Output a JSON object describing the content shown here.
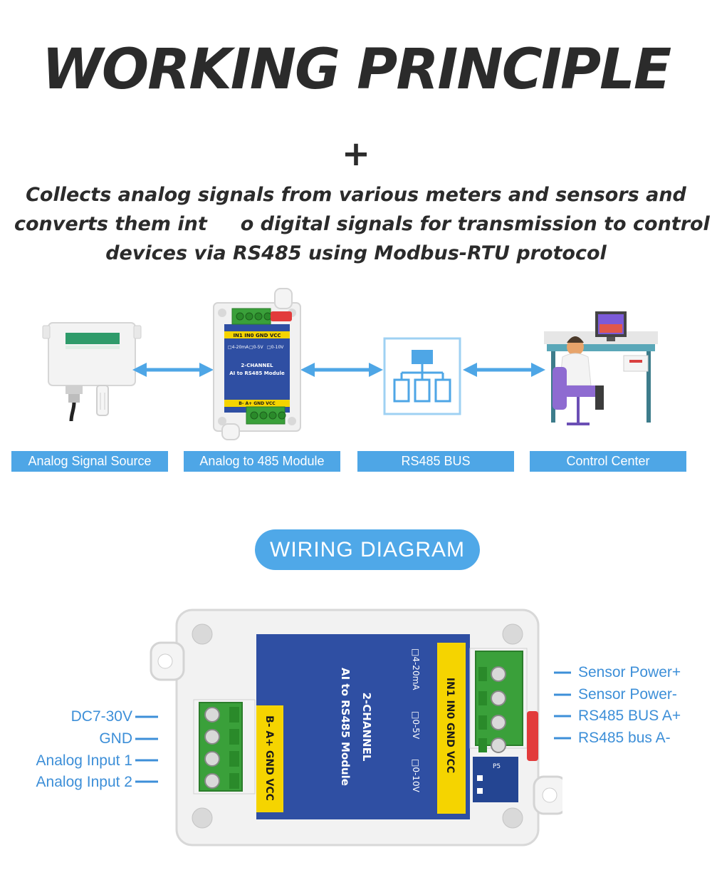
{
  "title": "WORKING PRINCIPLE",
  "plus": "+",
  "description": {
    "line1": "Collects analog signals from various meters and sensors and",
    "line2": "converts them int     o digital signals for transmission to control",
    "line3": "devices via RS485 using Modbus-RTU protocol"
  },
  "flow": {
    "stages": [
      {
        "label": "Analog Signal Source"
      },
      {
        "label": "Analog to 485 Module"
      },
      {
        "label": "RS485 BUS"
      },
      {
        "label": "Control Center"
      }
    ]
  },
  "module_small": {
    "top_terminals": "IN1  IN0  GND  VCC",
    "input_modes": [
      "□4-20mA",
      "□0-5V",
      "□0-10V"
    ],
    "name_line1": "2-CHANNEL",
    "name_line2": "AI to RS485 Module",
    "bottom_terminals": "B-  A+  GND  VCC"
  },
  "wiring": {
    "pill_label": "WIRING DIAGRAM",
    "module": {
      "right_strip": "IN1  IN0  GND  VCC",
      "input_modes": [
        "□4-20mA",
        "□0-5V",
        "□0-10V"
      ],
      "name_line1": "2-CHANNEL",
      "name_line2": "AI to RS485 Module",
      "left_strip": "B-  A+ GND VCC",
      "board_mark": "P5"
    },
    "left_labels": [
      "DC7-30V",
      "GND",
      "Analog Input 1",
      "Analog Input 2"
    ],
    "right_labels": [
      "Sensor Power+",
      "Sensor Power-",
      "RS485 BUS A+",
      "RS485 bus A-"
    ]
  },
  "colors": {
    "accent": "#4ea6e6",
    "module_blue": "#2f4fa3",
    "terminal_green": "#3aa03a",
    "label_yellow": "#f5d400",
    "text_dark": "#2b2b2b"
  }
}
